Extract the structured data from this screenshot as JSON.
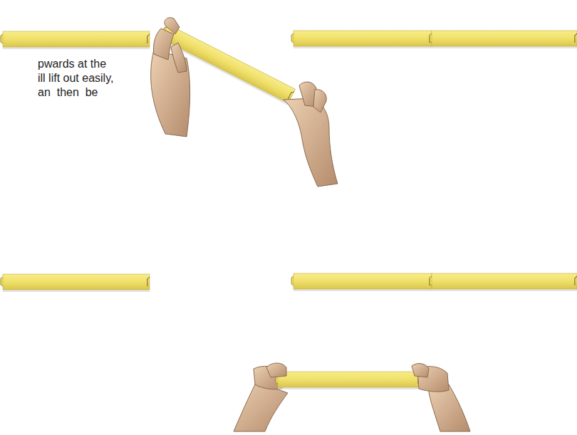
{
  "diagram": {
    "labels": [
      "pwards at the",
      "ill lift out easily,",
      "an  then  be"
    ]
  }
}
